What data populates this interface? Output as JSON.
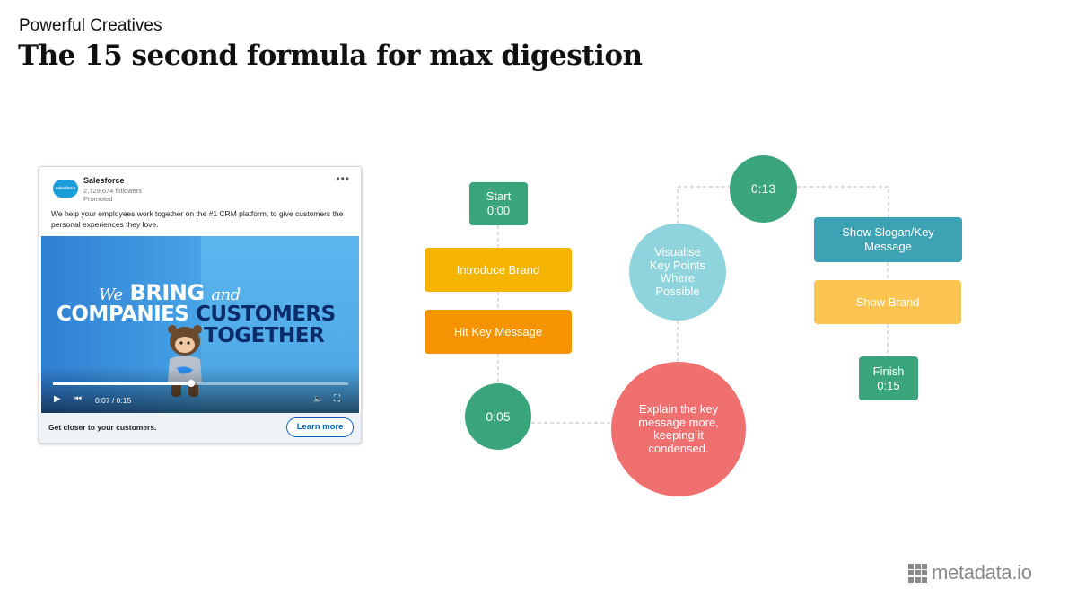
{
  "header": {
    "eyebrow": "Powerful Creatives",
    "title": "The 15 second formula for max digestion"
  },
  "ad_card": {
    "company": "Salesforce",
    "logo_text": "salesforce",
    "followers": "2,729,674 followers",
    "promoted": "Promoted",
    "more_label": "•••",
    "description": "We help your employees work together on the #1 CRM platform, to give customers the personal experiences they love.",
    "video": {
      "line1_we": "We",
      "line1_bring": "BRING",
      "line1_and": "and",
      "line2_companies": "COMPANIES",
      "line2_customers": "CUSTOMERS",
      "line3_together": "TOGETHER",
      "time": "0:07 / 0:15",
      "progress_fraction": 0.4667,
      "play_icon": "▶",
      "prev_icon": "⏮",
      "volume_icon": "🔈",
      "fullscreen_icon": "⛶"
    },
    "cta_text": "Get closer to your customers.",
    "cta_button": "Learn more"
  },
  "flow": {
    "start": {
      "line1": "Start",
      "line2": "0:00",
      "color": "#3aa57a"
    },
    "introduce_brand": {
      "label": "Introduce Brand",
      "color": "#f5b400"
    },
    "hit_key_message": {
      "label": "Hit Key Message",
      "color": "#f59400"
    },
    "t_005": {
      "label": "0:05",
      "color": "#3aa57a"
    },
    "explain": {
      "label": "Explain the key message more, keeping it condensed.",
      "color": "#f07070"
    },
    "visualise": {
      "label": "Visualise Key Points Where Possible",
      "color": "#8fd3dc"
    },
    "t_013": {
      "label": "0:13",
      "color": "#3aa57a"
    },
    "slogan": {
      "label": "Show Slogan/Key Message",
      "color": "#3ea2b5"
    },
    "show_brand": {
      "label": "Show Brand",
      "color": "#fcc552"
    },
    "finish": {
      "line1": "Finish",
      "line2": "0:15",
      "color": "#3aa57a"
    }
  },
  "brand": {
    "name": "metadata.io"
  }
}
